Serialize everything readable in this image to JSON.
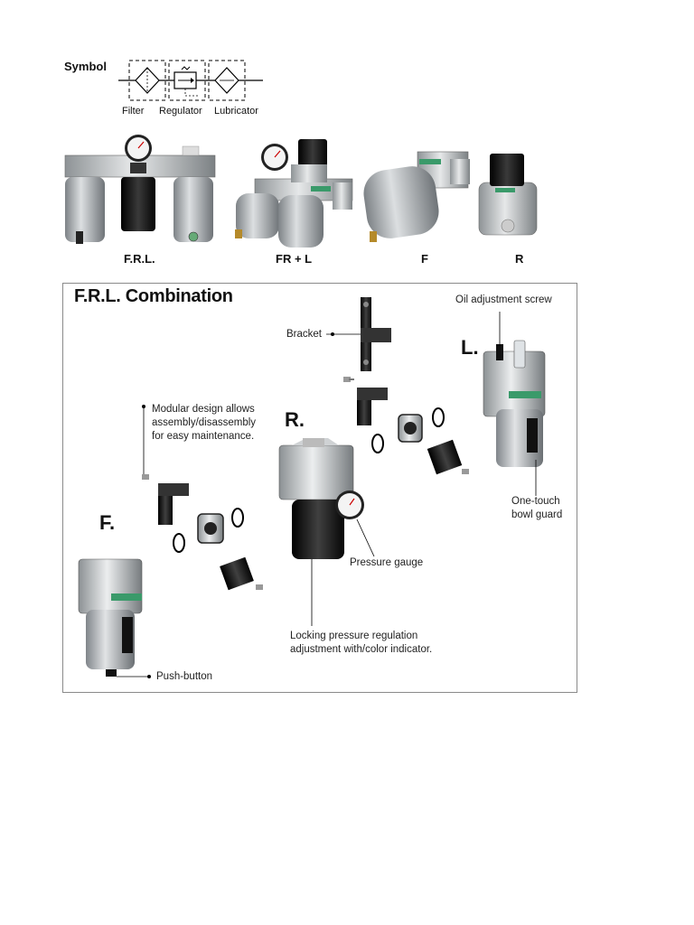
{
  "symbol": {
    "label": "Symbol",
    "captions": [
      "Filter",
      "Regulator",
      "Lubricator"
    ]
  },
  "products": [
    "F.R.L.",
    "FR + L",
    "F",
    "R"
  ],
  "combination": {
    "title": "F.R.L. Combination",
    "letters": {
      "f": "F.",
      "r": "R.",
      "l": "L."
    },
    "callouts": {
      "oil": "Oil adjustment screw",
      "bracket": "Bracket",
      "modular": [
        "Modular design allows",
        "assembly/disassembly",
        "for easy maintenance."
      ],
      "bowl": [
        "One-touch",
        "bowl guard"
      ],
      "gauge": "Pressure gauge",
      "locking": [
        "Locking pressure regulation",
        "adjustment with/color indicator."
      ],
      "push": "Push-button"
    }
  },
  "colors": {
    "metal": "#b9bdc0",
    "dark": "#1d1d1d",
    "green": "#3a9a6a",
    "frame": "#8a8a8a"
  }
}
